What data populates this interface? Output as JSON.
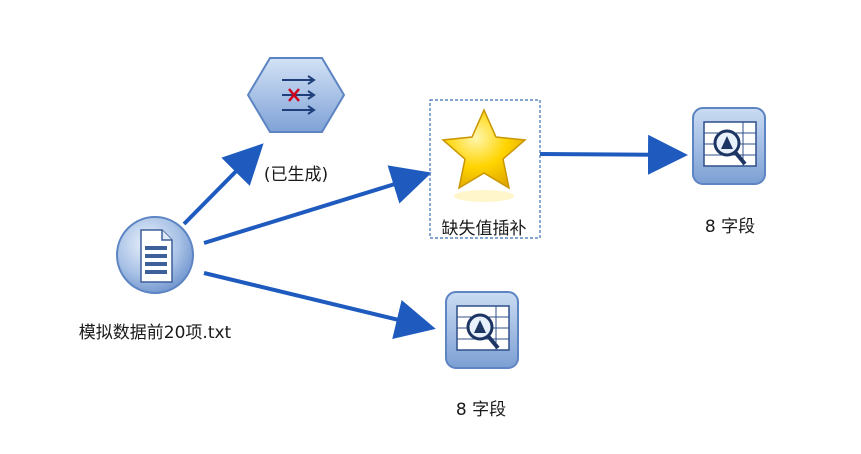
{
  "nodes": {
    "source": {
      "label": "模拟数据前20项.txt",
      "icon": "file-source-icon"
    },
    "filter": {
      "label": "(已生成)",
      "icon": "filter-fields-icon"
    },
    "impute": {
      "label": "缺失值插补",
      "icon": "star-supernode-icon",
      "selected": true
    },
    "table_top": {
      "label": "8 字段",
      "icon": "table-output-icon"
    },
    "table_bottom": {
      "label": "8 字段",
      "icon": "table-output-icon"
    }
  },
  "edges": [
    {
      "from": "source",
      "to": "filter"
    },
    {
      "from": "source",
      "to": "impute"
    },
    {
      "from": "source",
      "to": "table_bottom"
    },
    {
      "from": "impute",
      "to": "table_top"
    }
  ],
  "colors": {
    "arrow": "#1f5bbf",
    "node_blue": "#8fb0de",
    "node_blue_dark": "#5d84c3",
    "star": "#f5c400",
    "selection": "#3b6fb6"
  }
}
